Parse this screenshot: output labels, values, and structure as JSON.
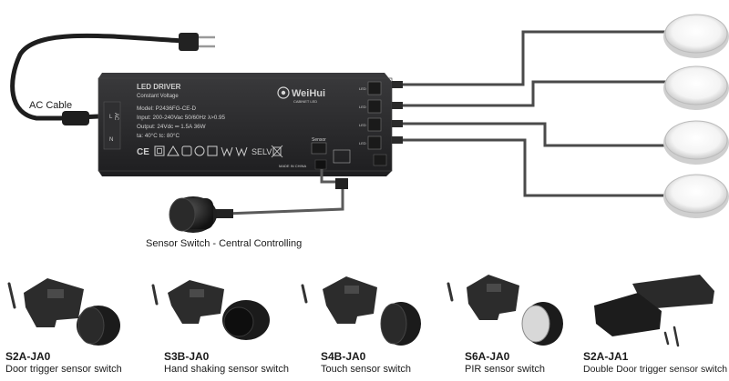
{
  "labels": {
    "ac_cable": "AC Cable",
    "sensor_switch": "Sensor Switch - Central Controlling"
  },
  "driver": {
    "title": "LED DRIVER",
    "subtitle": "Constant Voltage",
    "model": "Model: P2436FG-CE-D",
    "input": "Input: 200-240Vac   50/60Hz   λ>0.95",
    "output": "Output: 24Vdc ═ 1.5A   36W",
    "temps": "ta: 40°C   tc: 80°C",
    "brand": "WeiHui",
    "brand_sub": "CABINET LED",
    "selv": "SELV",
    "made_in": "MADE IN CHINA",
    "ce": "CE",
    "ac": "AC",
    "l": "L",
    "n": "N",
    "sensor_port": "Sensor",
    "led_ports": [
      "LED",
      "LED",
      "LED",
      "LED"
    ]
  },
  "products": [
    {
      "code": "S2A-JA0",
      "name": "Door trigger sensor switch"
    },
    {
      "code": "S3B-JA0",
      "name": "Hand shaking sensor switch"
    },
    {
      "code": "S4B-JA0",
      "name": "Touch sensor switch"
    },
    {
      "code": "S6A-JA0",
      "name": "PIR sensor switch"
    },
    {
      "code": "S2A-JA1",
      "name": "Double Door trigger sensor switch"
    }
  ],
  "colors": {
    "driver_body": "#2b2b2d",
    "cable": "#4a4a4a",
    "light_ring": "#d9d9d9",
    "sensor_body": "#1f1f1f"
  }
}
